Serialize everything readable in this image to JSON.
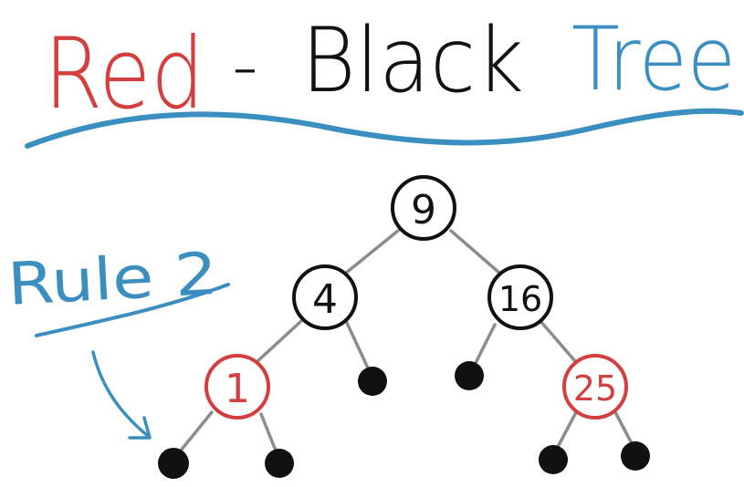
{
  "title": {
    "word_red": "Red",
    "dash": "-",
    "word_black": "Black",
    "word_tree": "Tree"
  },
  "annotation": {
    "rule_label": "Rule 2"
  },
  "tree": {
    "nodes": [
      {
        "id": "n9",
        "label": "9",
        "color": "black"
      },
      {
        "id": "n4",
        "label": "4",
        "color": "black"
      },
      {
        "id": "n16",
        "label": "16",
        "color": "black"
      },
      {
        "id": "n1",
        "label": "1",
        "color": "red"
      },
      {
        "id": "n25",
        "label": "25",
        "color": "red"
      }
    ],
    "leaves": 6
  },
  "colors": {
    "red": "#d33f3f",
    "black": "#111111",
    "blue": "#3a8fc0",
    "edge": "#8c8c8c"
  }
}
